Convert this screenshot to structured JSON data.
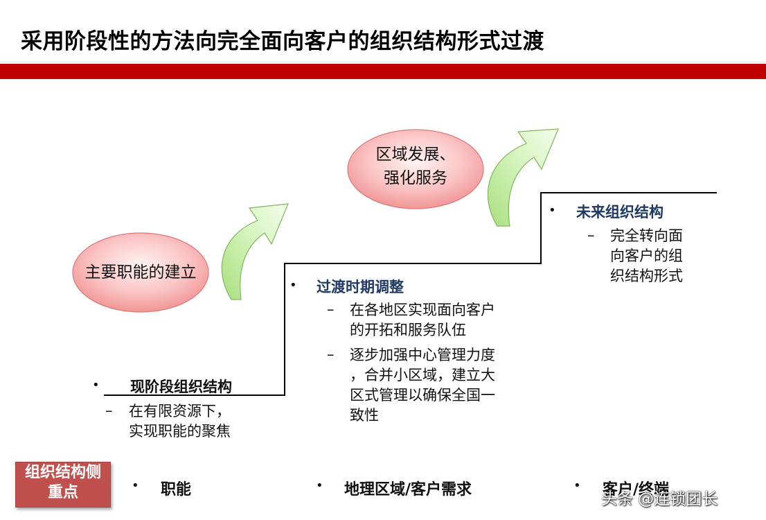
{
  "title": "采用阶段性的方法向完全面向客户的组织结构形式过渡",
  "stages": [
    {
      "ellipse_text": "主要职能的建立"
    },
    {
      "ellipse_line1": "区域发展、",
      "ellipse_line2": "强化服务"
    }
  ],
  "steps": [
    {
      "heading": "现阶段组织结构",
      "items": [
        {
          "lines": [
            "在有限资源下，",
            "实现职能的聚焦"
          ]
        }
      ]
    },
    {
      "heading": "过渡时期调整",
      "items": [
        {
          "lines": [
            "在各地区实现面向客户",
            "的开拓和服务队伍"
          ]
        },
        {
          "lines": [
            "逐步加强中心管理力度",
            "，合并小区域，建立大",
            "区式管理以确保全国一",
            "致性"
          ]
        }
      ]
    },
    {
      "heading": "未来组织结构",
      "items": [
        {
          "lines": [
            "完全转向面",
            "向客户的组",
            "织结构形式"
          ]
        }
      ]
    }
  ],
  "focus": {
    "label_line1": "组织结构侧",
    "label_line2": "重点",
    "items": [
      "职能",
      "地理区域/客户需求",
      "客户/终端"
    ]
  },
  "watermark": "头条 @连锁团长",
  "bullet_symbol": "•",
  "dash_symbol": "–",
  "colors": {
    "title_bar": "#c00000",
    "heading_blue": "#1f3864",
    "ellipse_fill": "#f4a6a6",
    "arrow_fill": "#c6efa8",
    "focus_box": "#c0504d"
  }
}
